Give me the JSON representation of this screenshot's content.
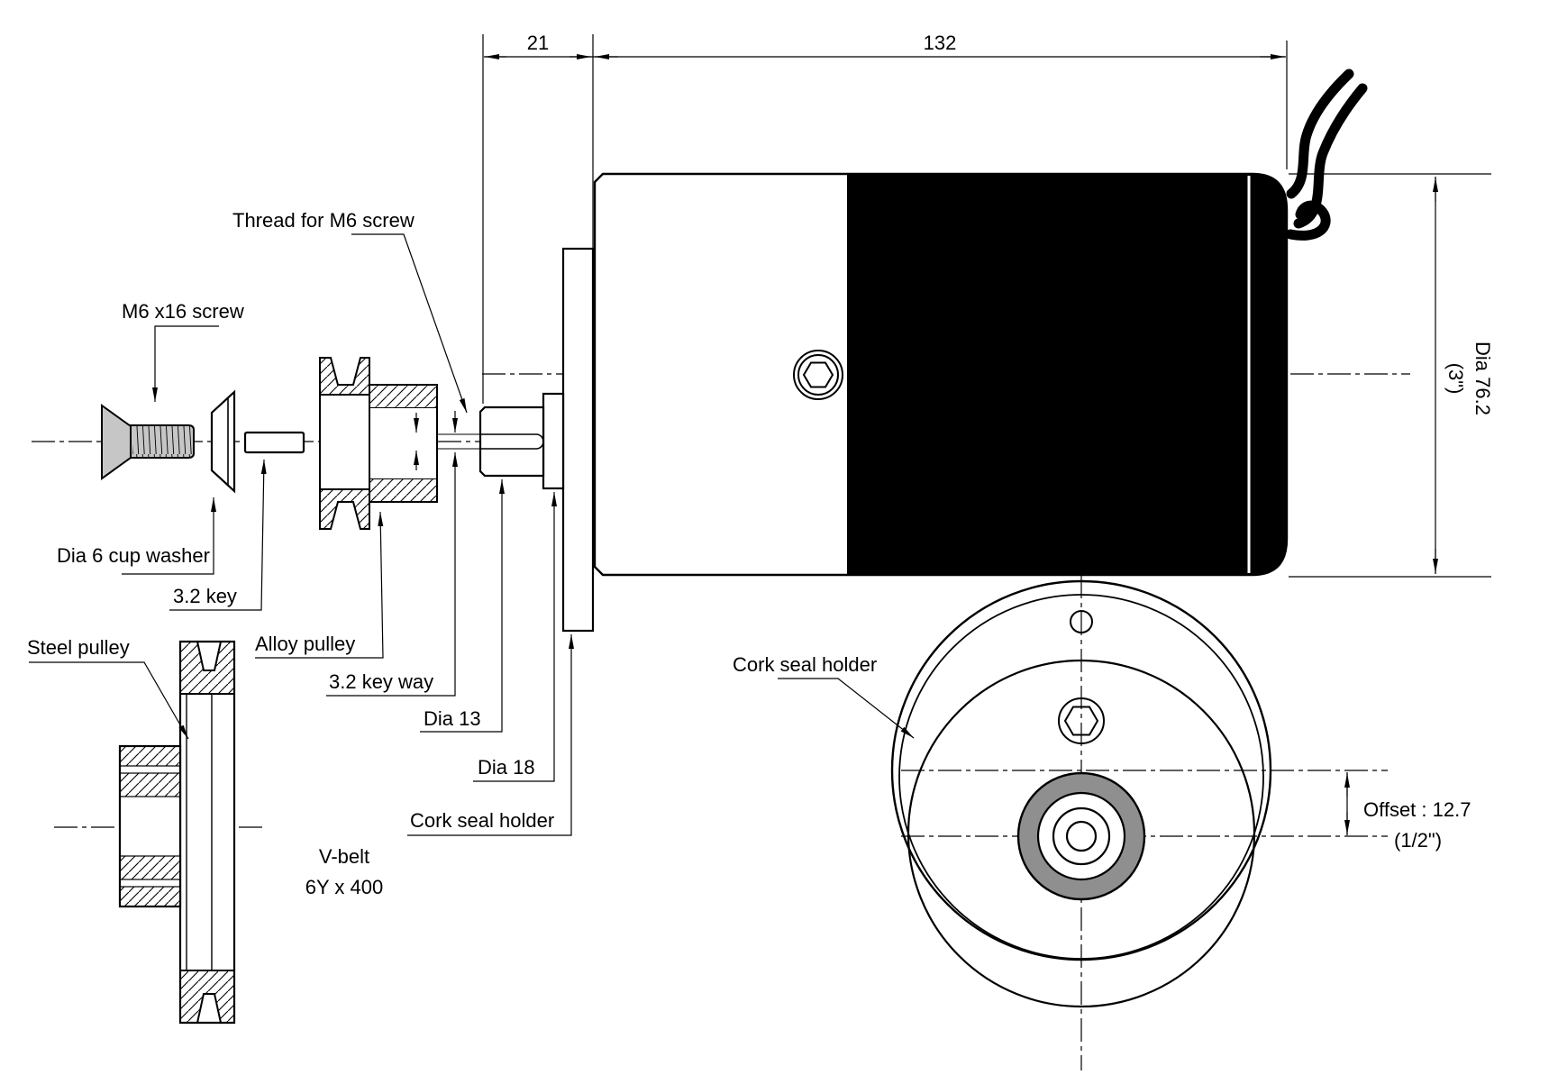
{
  "drawing": {
    "type": "engineering-assembly-drawing",
    "subject": "DC motor with offset cork seal holder and exploded pulley fasteners"
  },
  "dimensions": {
    "shaft_protrusion": "21",
    "body_length": "132",
    "body_dia_line1": "Dia 76.2",
    "body_dia_line2": "(3\")",
    "offset_line1": "Offset : 12.7",
    "offset_line2": "(1/2\")"
  },
  "labels": {
    "thread": "Thread for M6 screw",
    "screw": "M6 x16 screw",
    "cup_washer": "Dia 6 cup washer",
    "key": "3.2 key",
    "steel_pulley": "Steel pulley",
    "alloy_pulley": "Alloy pulley",
    "keyway": "3.2 key way",
    "dia13": "Dia 13",
    "dia18": "Dia 18",
    "cork_seal_holder_side": "Cork seal holder",
    "cork_seal_holder_front": "Cork seal holder",
    "vbelt_line1": "V-belt",
    "vbelt_line2": "6Y x 400"
  },
  "colors": {
    "line": "#000000",
    "background": "#ffffff",
    "motor_black": "#000000",
    "screw_fill": "#c6c6c6",
    "seal_fill": "#8f8f8f"
  }
}
